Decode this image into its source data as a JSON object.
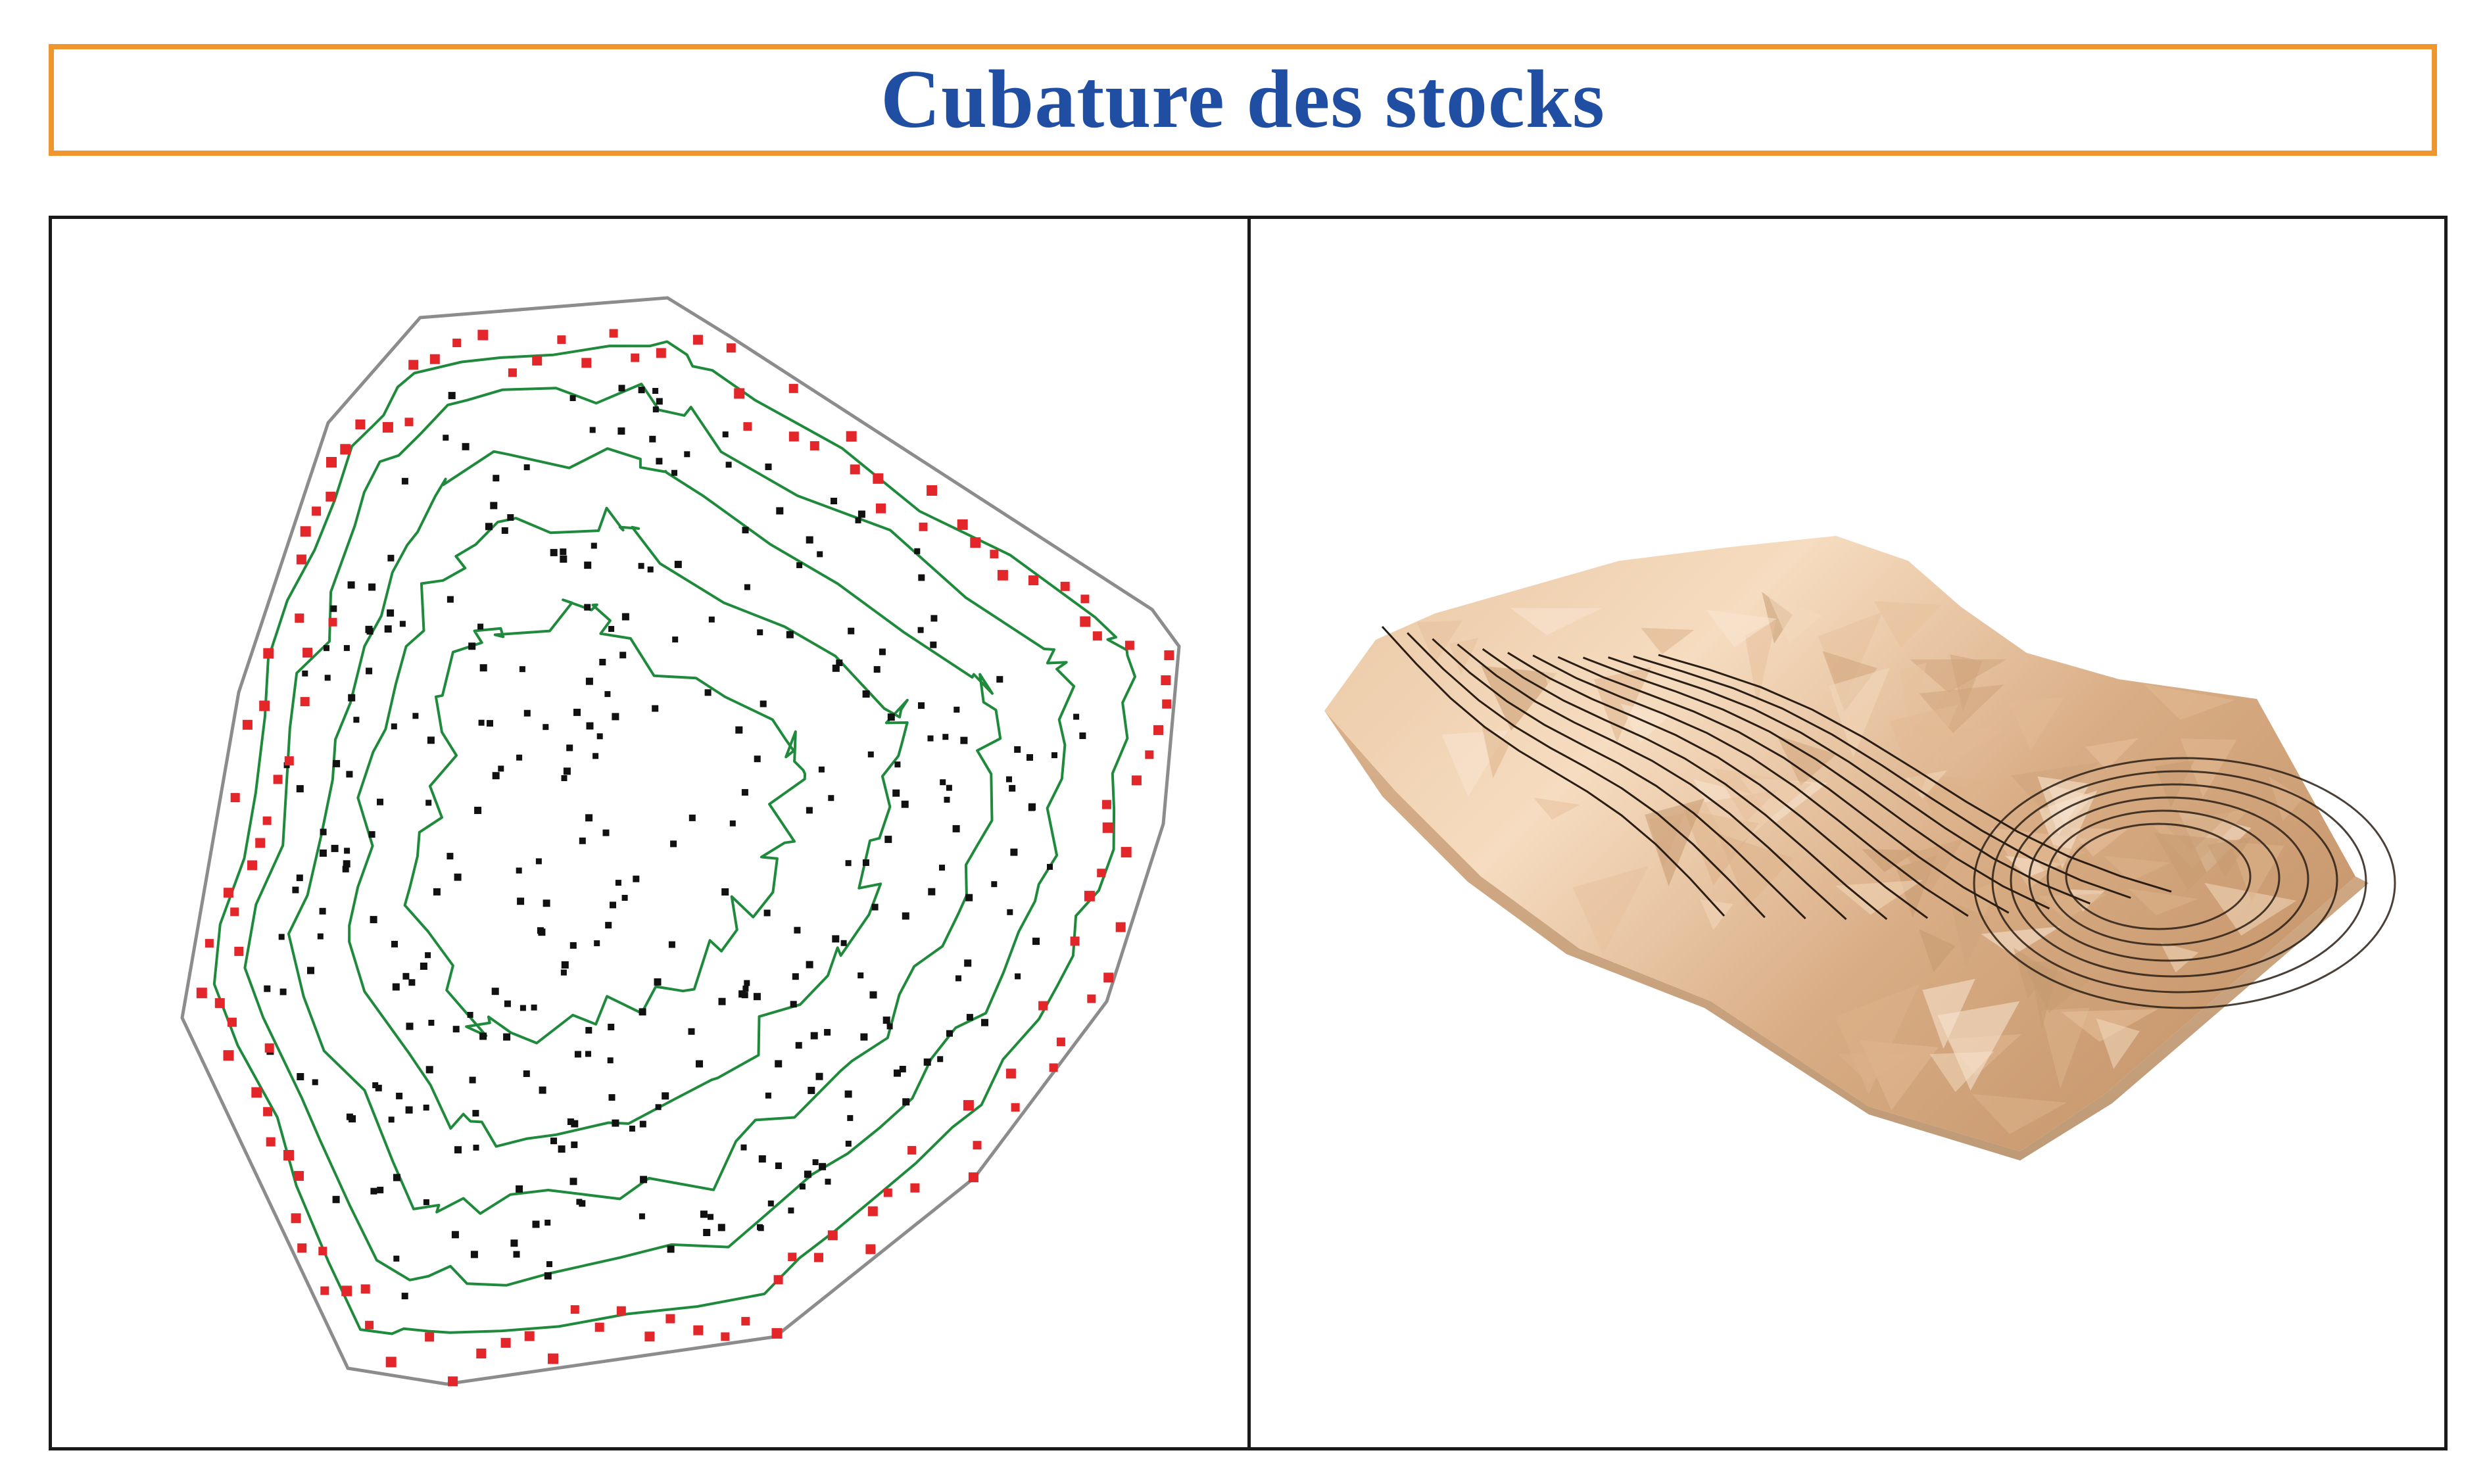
{
  "title": {
    "text": "Cubature des stocks"
  },
  "colors": {
    "title_text": "#1f4ea3",
    "title_border": "#f0962e",
    "panel_border": "#1a1a1a",
    "boundary": "#8c8c8c",
    "contour": "#1f8a3c",
    "survey_point_inner": "#111111",
    "survey_point_outer": "#e3262a",
    "surface_base": "#d9b08a",
    "surface_light": "#f4d9bc",
    "surface_shadow": "#b88f68",
    "surface_contour": "#2a1e14"
  },
  "left_panel": {
    "view": "plan-view-contours"
  },
  "right_panel": {
    "view": "3d-surface-model"
  }
}
